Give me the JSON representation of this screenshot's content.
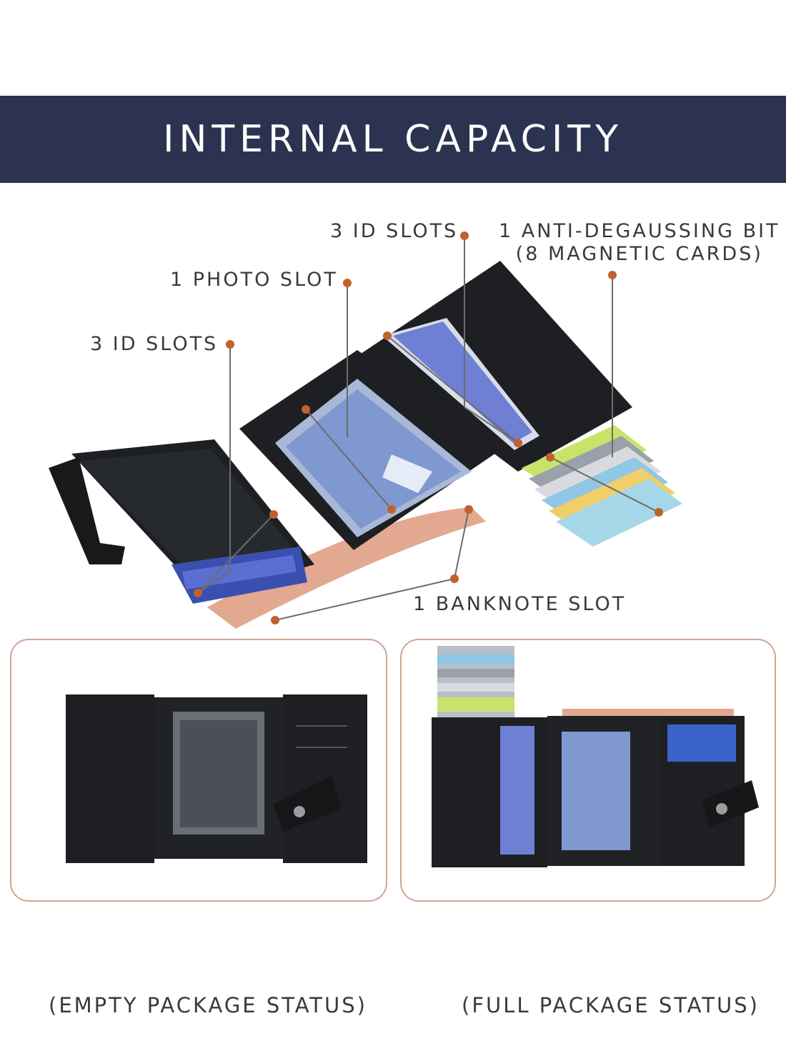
{
  "banner": {
    "title": "INTERNAL CAPACITY"
  },
  "callouts": {
    "id_slots_left": "3 ID SLOTS",
    "photo_slot": "1 PHOTO SLOT",
    "id_slots_right": "3 ID SLOTS",
    "anti_degaussing_line1": "1 ANTI-DEGAUSSING BIT",
    "anti_degaussing_line2": "(8 MAGNETIC CARDS)",
    "banknote_slot": "1 BANKNOTE SLOT"
  },
  "captions": {
    "empty": "(EMPTY PACKAGE STATUS)",
    "full": "(FULL PACKAGE STATUS)"
  },
  "colors": {
    "banner": "#2c3350",
    "accent_dot": "#c0612b",
    "panel_border": "#cfa595",
    "leather": "#1d1f22"
  }
}
